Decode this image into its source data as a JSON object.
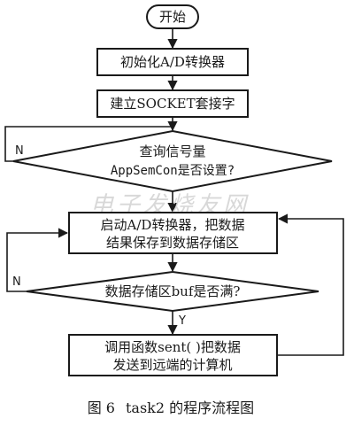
{
  "flowchart": {
    "start": "开始",
    "init": "初始化A/D转换器",
    "socket": "建立SOCKET套接字",
    "query_line1": "查询信号量",
    "query_line2": "AppSemCon是否设置?",
    "query_no": "N",
    "adc_line1": "启动A/D转换器，把数据",
    "adc_line2": "结果保存到数据存储区",
    "buf_check": "数据存储区buf是否满?",
    "buf_no": "N",
    "buf_yes": "Y",
    "send_line1": "调用函数sent( )把数据",
    "send_line2": "发送到远端的计算机"
  },
  "watermark": "电子发烧友网",
  "caption": {
    "figure": "图 6",
    "title": "task2 的程序流程图"
  }
}
